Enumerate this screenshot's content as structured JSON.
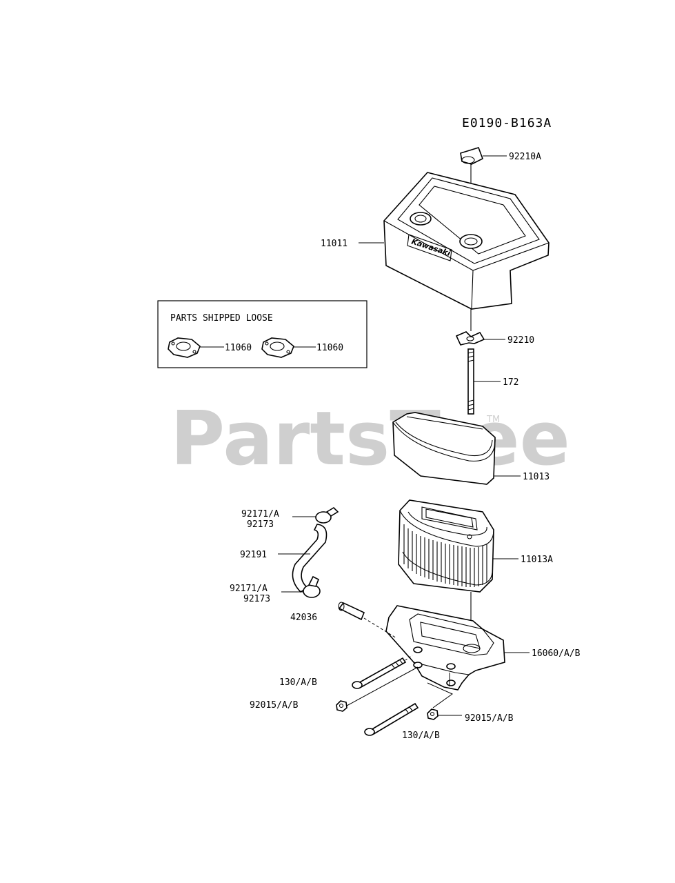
{
  "diagram_code": "E0190-B163A",
  "watermark": {
    "text": "PartsTree",
    "tm": "TM"
  },
  "loose_box": {
    "title": "PARTS SHIPPED LOOSE"
  },
  "labels": {
    "p92210A": "92210A",
    "p11011": "11011",
    "p92210": "92210",
    "p172": "172",
    "p11013": "11013",
    "p92171a_top": "92171/A",
    "p92173_top": "92173",
    "p92191": "92191",
    "p11013A": "11013A",
    "p92171a_bot": "92171/A",
    "p92173_bot": "92173",
    "p42036": "42036",
    "p16060": "16060/A/B",
    "p130_left": "130/A/B",
    "p92015_left": "92015/A/B",
    "p92015_right": "92015/A/B",
    "p130_bottom": "130/A/B",
    "p11060_a": "11060",
    "p11060_b": "11060"
  },
  "cover_logo": "Kawasaki"
}
